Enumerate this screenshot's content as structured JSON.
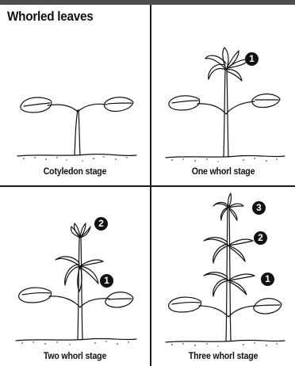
{
  "figure": {
    "title": "Whorled leaves",
    "panels": [
      {
        "caption": "Cotyledon stage",
        "markers": []
      },
      {
        "caption": "One whorl stage",
        "markers": [
          "1"
        ]
      },
      {
        "caption": "Two whorl stage",
        "markers": [
          "2",
          "1"
        ]
      },
      {
        "caption": "Three whorl stage",
        "markers": [
          "3",
          "2",
          "1"
        ]
      }
    ]
  },
  "colors": {
    "ink": "#111111",
    "background": "#ffffff",
    "top_bar": "#4d4d4d"
  }
}
